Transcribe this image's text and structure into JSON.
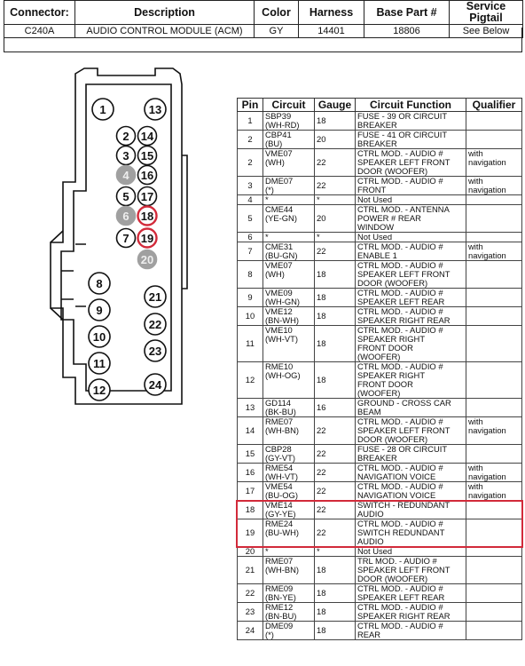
{
  "header": {
    "columns": [
      "Connector:",
      "Description",
      "Color",
      "Harness",
      "Base Part #",
      "Service Pigtail"
    ],
    "values": [
      "C240A",
      "AUDIO CONTROL MODULE (ACM)",
      "GY",
      "14401",
      "18806",
      "See Below"
    ]
  },
  "connector": {
    "pins_left": [
      "1",
      "2",
      "3",
      "4",
      "5",
      "6",
      "7",
      "8",
      "9",
      "10",
      "11",
      "12"
    ],
    "pins_right": [
      "13",
      "14",
      "15",
      "16",
      "17",
      "18",
      "19",
      "20",
      "21",
      "22",
      "23",
      "24"
    ],
    "highlighted_pins": [
      "18",
      "19"
    ],
    "unused_pins": [
      "4",
      "6",
      "20"
    ]
  },
  "pin_table": {
    "headers": [
      "Pin",
      "Circuit",
      "Gauge",
      "Circuit Function",
      "Qualifier"
    ],
    "rows": [
      {
        "pin": "1",
        "circuit": "SBP39\n(WH-RD)",
        "gauge": "18",
        "function": "FUSE - 39 OR CIRCUIT\nBREAKER",
        "qualifier": ""
      },
      {
        "pin": "2",
        "circuit": "CBP41\n(BU)",
        "gauge": "20",
        "function": "FUSE - 41 OR CIRCUIT\nBREAKER",
        "qualifier": ""
      },
      {
        "pin": "2",
        "circuit": "VME07\n(WH)",
        "gauge": "22",
        "function": "CTRL MOD. - AUDIO #\nSPEAKER LEFT FRONT\nDOOR (WOOFER)",
        "qualifier": "with\nnavigation"
      },
      {
        "pin": "3",
        "circuit": "DME07\n(*)",
        "gauge": "22",
        "function": "CTRL MOD. - AUDIO #\nFRONT",
        "qualifier": "with\nnavigation"
      },
      {
        "pin": "4",
        "circuit": "*",
        "gauge": "*",
        "function": "Not Used",
        "qualifier": ""
      },
      {
        "pin": "5",
        "circuit": "CME44\n(YE-GN)",
        "gauge": "20",
        "function": "CTRL MOD. - ANTENNA\nPOWER # REAR\nWINDOW",
        "qualifier": ""
      },
      {
        "pin": "6",
        "circuit": "*",
        "gauge": "*",
        "function": "Not Used",
        "qualifier": ""
      },
      {
        "pin": "7",
        "circuit": "CME31\n(BU-GN)",
        "gauge": "22",
        "function": "CTRL MOD. - AUDIO #\nENABLE 1",
        "qualifier": "with\nnavigation"
      },
      {
        "pin": "8",
        "circuit": "VME07\n(WH)",
        "gauge": "18",
        "function": "CTRL MOD. - AUDIO #\nSPEAKER LEFT FRONT\nDOOR (WOOFER)",
        "qualifier": ""
      },
      {
        "pin": "9",
        "circuit": "VME09\n(WH-GN)",
        "gauge": "18",
        "function": "CTRL MOD. - AUDIO #\nSPEAKER LEFT REAR",
        "qualifier": ""
      },
      {
        "pin": "10",
        "circuit": "VME12\n(BN-WH)",
        "gauge": "18",
        "function": "CTRL MOD. - AUDIO #\nSPEAKER RIGHT REAR",
        "qualifier": ""
      },
      {
        "pin": "11",
        "circuit": "VME10\n(WH-VT)",
        "gauge": "18",
        "function": "CTRL MOD. - AUDIO #\nSPEAKER RIGHT\nFRONT DOOR\n(WOOFER)",
        "qualifier": ""
      },
      {
        "pin": "12",
        "circuit": "RME10\n(WH-OG)",
        "gauge": "18",
        "function": "CTRL MOD. - AUDIO #\nSPEAKER RIGHT\nFRONT DOOR\n(WOOFER)",
        "qualifier": ""
      },
      {
        "pin": "13",
        "circuit": "GD114\n(BK-BU)",
        "gauge": "16",
        "function": "GROUND - CROSS CAR\nBEAM",
        "qualifier": ""
      },
      {
        "pin": "14",
        "circuit": "RME07\n(WH-BN)",
        "gauge": "22",
        "function": "CTRL MOD. - AUDIO #\nSPEAKER LEFT FRONT\nDOOR (WOOFER)",
        "qualifier": "with\nnavigation"
      },
      {
        "pin": "15",
        "circuit": "CBP28\n(GY-VT)",
        "gauge": "22",
        "function": "FUSE - 28 OR CIRCUIT\nBREAKER",
        "qualifier": ""
      },
      {
        "pin": "16",
        "circuit": "RME54\n(WH-VT)",
        "gauge": "22",
        "function": "CTRL MOD. - AUDIO #\nNAVIGATION VOICE",
        "qualifier": "with\nnavigation"
      },
      {
        "pin": "17",
        "circuit": "VME54\n(BU-OG)",
        "gauge": "22",
        "function": "CTRL MOD. - AUDIO #\nNAVIGATION VOICE",
        "qualifier": "with\nnavigation"
      },
      {
        "pin": "18",
        "circuit": "VME14\n(GY-YE)",
        "gauge": "22",
        "function": "SWITCH - REDUNDANT\nAUDIO",
        "qualifier": ""
      },
      {
        "pin": "19",
        "circuit": "RME24\n(BU-WH)",
        "gauge": "22",
        "function": "CTRL MOD. - AUDIO #\nSWITCH REDUNDANT\nAUDIO",
        "qualifier": ""
      },
      {
        "pin": "20",
        "circuit": "*",
        "gauge": "*",
        "function": "Not Used",
        "qualifier": ""
      },
      {
        "pin": "21",
        "circuit": "RME07\n(WH-BN)",
        "gauge": "18",
        "function": "TRL MOD. - AUDIO #\nSPEAKER LEFT FRONT\nDOOR (WOOFER)",
        "qualifier": ""
      },
      {
        "pin": "22",
        "circuit": "RME09\n(BN-YE)",
        "gauge": "18",
        "function": "CTRL MOD. - AUDIO #\nSPEAKER LEFT REAR",
        "qualifier": ""
      },
      {
        "pin": "23",
        "circuit": "RME12\n(BN-BU)",
        "gauge": "18",
        "function": "CTRL MOD. - AUDIO #\nSPEAKER RIGHT REAR",
        "qualifier": ""
      },
      {
        "pin": "24",
        "circuit": "DME09\n(*)",
        "gauge": "18",
        "function": "CTRL MOD. - AUDIO #\nREAR",
        "qualifier": ""
      }
    ]
  },
  "highlight_color": "#d22a3a",
  "unused_pin_color": "#a0a0a0"
}
